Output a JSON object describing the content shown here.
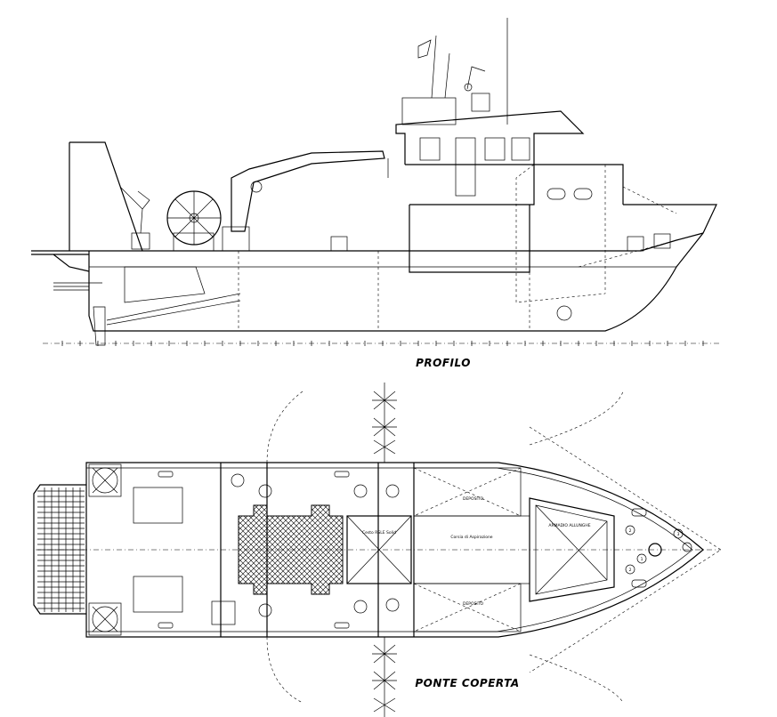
{
  "titles": {
    "profile": "PROFILO",
    "deck": "PONTE COPERTA"
  },
  "deck_labels": {
    "hatch": "Cesto RSLE Solid",
    "corridor": "Corsia di Aspirazione",
    "fwd_store": "DEPOSITO",
    "fwd_store_2": "DEPOSITO",
    "bow_locker": "ARMADIO ALLUNGHE"
  },
  "callouts": [
    "1",
    "2",
    "2",
    "3"
  ]
}
